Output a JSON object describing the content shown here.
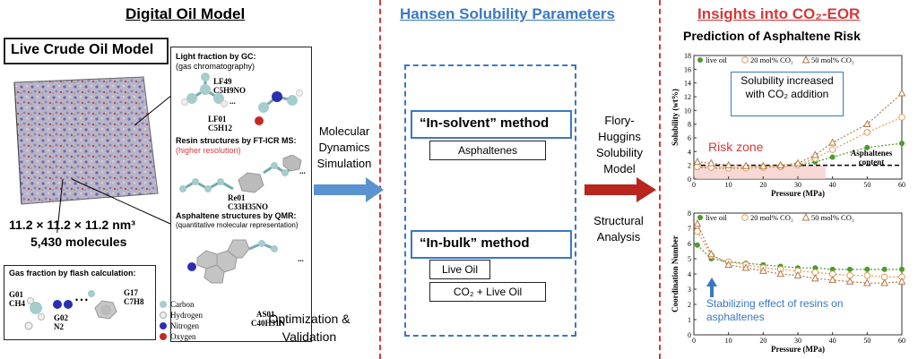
{
  "left": {
    "header": "Digital Oil Model",
    "live_title": "Live Crude Oil Model",
    "dims": "11.2 × 11.2 × 11.2 nm³",
    "molecules": "5,430 molecules",
    "light": {
      "title": "Light fraction by GC:",
      "sub": "(gas chromatography)",
      "lf49": "LF49",
      "lf49_formula": "C5H9NO",
      "lf01": "LF01",
      "lf01_formula": "C5H12",
      "ellipsis": "..."
    },
    "resin": {
      "title": "Resin structures by FT-ICR MS:",
      "sub": "(higher resolution)",
      "re01": "Re01",
      "re01_formula": "C33H35NO",
      "ellipsis": "..."
    },
    "asph": {
      "title": "Asphaltene structures by QMR:",
      "sub": "(quantitative molecular representation)",
      "as01": "AS01",
      "as01_formula": "C40H31N",
      "ellipsis": "..."
    },
    "gas": {
      "title": "Gas fraction by flash calculation:",
      "g01": "G01",
      "g01_formula": "CH4",
      "g02": "G02",
      "g02_formula": "N2",
      "g17": "G17",
      "g17_formula": "C7H8",
      "dots": "• • •"
    },
    "legend": [
      {
        "label": "Carbon",
        "color": "#a6cccc"
      },
      {
        "label": "Hydrogen",
        "color": "#eeeeee"
      },
      {
        "label": "Nitrogen",
        "color": "#2b2fb0"
      },
      {
        "label": "Oxygen",
        "color": "#c42a22"
      }
    ],
    "md_arrow": "Molecular Dynamics Simulation",
    "opt": "Optimization & Validation"
  },
  "middle": {
    "header": "Hansen Solubility Parameters",
    "in_solvent": "“In-solvent” method",
    "asphaltenes": "Asphaltenes",
    "in_bulk": "“In-bulk” method",
    "live_oil": "Live Oil",
    "co2_live": "CO₂ + Live Oil",
    "flory": "Flory-Huggins Solubility Model",
    "structural": "Structural Analysis"
  },
  "right": {
    "header": "Insights into CO₂-EOR",
    "chart_title": "Prediction of Asphaltene Risk",
    "callout": "Solubility increased with CO₂ addition",
    "risk": "Risk zone",
    "asph_content": "Asphaltenes content",
    "stab": "Stabilizing effect of resins on asphaltenes"
  },
  "colors": {
    "accent_red": "#d23a3a",
    "accent_blue": "#3a78c2",
    "green": "#4e9a2e",
    "orange": "#e39a5a",
    "brown": "#b47a48"
  },
  "chart_data": [
    {
      "type": "scatter",
      "title": "",
      "xlabel": "Pressure (MPa)",
      "ylabel": "Solubility (wt%)",
      "xlim": [
        0,
        60
      ],
      "ylim": [
        0,
        18
      ],
      "xticks": [
        0,
        10,
        20,
        30,
        40,
        50,
        60
      ],
      "yticks": [
        0,
        2,
        4,
        6,
        8,
        10,
        12,
        14,
        16,
        18
      ],
      "series": [
        {
          "name": "live oil",
          "marker": "filled-circle",
          "color": "#4e9a2e",
          "x": [
            1,
            5,
            10,
            15,
            20,
            25,
            30,
            35,
            40,
            50,
            60
          ],
          "y": [
            1.7,
            1.6,
            1.6,
            1.6,
            1.7,
            1.8,
            2.0,
            2.5,
            3.2,
            4.6,
            5.2
          ]
        },
        {
          "name": "20 mol% CO₂",
          "marker": "open-circle",
          "color": "#e39a5a",
          "x": [
            1,
            5,
            10,
            15,
            20,
            25,
            30,
            35,
            40,
            50,
            60
          ],
          "y": [
            1.8,
            1.7,
            1.6,
            1.6,
            1.7,
            1.8,
            2.1,
            3.0,
            4.3,
            6.8,
            9.0
          ]
        },
        {
          "name": "50 mol% CO₂",
          "marker": "open-triangle",
          "color": "#b47a48",
          "x": [
            1,
            5,
            10,
            15,
            20,
            25,
            30,
            35,
            40,
            50,
            60
          ],
          "y": [
            2.5,
            2.3,
            2.0,
            1.9,
            1.9,
            2.0,
            2.3,
            3.5,
            5.3,
            8.0,
            12.5
          ]
        }
      ],
      "annotation_level": 2
    },
    {
      "type": "scatter",
      "title": "",
      "xlabel": "Pressure (MPa)",
      "ylabel": "Coordination Number",
      "xlim": [
        0,
        60
      ],
      "ylim": [
        0,
        8
      ],
      "xticks": [
        0,
        10,
        20,
        30,
        40,
        50,
        60
      ],
      "yticks": [
        0,
        1,
        2,
        3,
        4,
        5,
        6,
        7,
        8
      ],
      "series": [
        {
          "name": "live oil",
          "marker": "filled-circle",
          "color": "#4e9a2e",
          "x": [
            1,
            5,
            10,
            15,
            20,
            25,
            30,
            35,
            40,
            45,
            50,
            55,
            60
          ],
          "y": [
            5.9,
            5.0,
            4.8,
            4.7,
            4.6,
            4.5,
            4.4,
            4.4,
            4.3,
            4.3,
            4.3,
            4.3,
            4.3
          ]
        },
        {
          "name": "20 mol% CO₂",
          "marker": "open-circle",
          "color": "#e39a5a",
          "x": [
            1,
            5,
            10,
            15,
            20,
            25,
            30,
            35,
            40,
            45,
            50,
            55,
            60
          ],
          "y": [
            6.8,
            5.2,
            4.8,
            4.6,
            4.4,
            4.3,
            4.2,
            4.1,
            4.0,
            3.9,
            3.9,
            3.8,
            3.8
          ]
        },
        {
          "name": "50 mol% CO₂",
          "marker": "open-triangle",
          "color": "#b47a48",
          "x": [
            1,
            5,
            10,
            15,
            20,
            25,
            30,
            35,
            40,
            45,
            50,
            55,
            60
          ],
          "y": [
            7.3,
            5.3,
            4.6,
            4.4,
            4.2,
            4.0,
            3.9,
            3.7,
            3.6,
            3.5,
            3.4,
            3.4,
            3.5
          ]
        }
      ]
    }
  ]
}
